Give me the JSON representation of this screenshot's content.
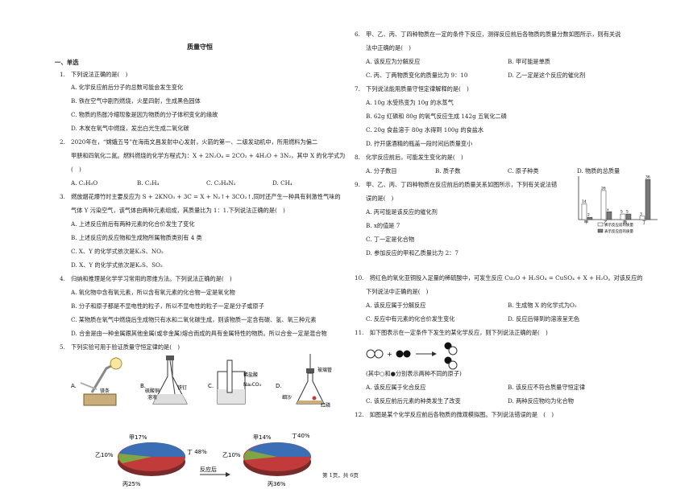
{
  "title": "质量守恒",
  "section": "一、单选",
  "left": {
    "q1": {
      "stem": "1.　下列说法正确的是(　)",
      "opts": [
        "A. 化学反应前后分子的总数可能会发生变化",
        "B. 铁在空气中剧烈燃烧，火星四射，生成黑色固体",
        "C. 物质的热胀冷缩现象是因为物质的分子体积变化的缘故",
        "D. 木炭在氧气中燃烧，发出白光生成二氧化碳"
      ]
    },
    "q2": {
      "lines": [
        "2.　2020年在，“嫦娥五号”在海南文昌发射中心发射，火箭的第一、二级发动机中，所用燃料为偏二",
        "甲肼和四氧化二氮。燃料燃烧的化学方程式为：X + 2N₂O₄ = 2CO₂ + 4H₂O + 3N₂，其中 X 的化学式为",
        "(　)"
      ],
      "opts": [
        "A. C₂H₈O",
        "B. C₂H₄",
        "C. C₂H₈N₂",
        "D. CH₄"
      ]
    },
    "q3": {
      "lines": [
        "3.　燃放烟花爆竹时主要反应为 S + 2KNO₃ + 3C = X + N₂↑+ 3CO₂↑,同时还产生一种具有刺激性气味的",
        "气体 Y 污染空气，该气体由两种元素组成，其质量比为 1：1.下列说法正确的是(　)"
      ],
      "opts": [
        "A. 上述反应前后有两种元素的化合价发生了变化",
        "B. 上述反应的反应物和生成物所属物质类别有 4 类",
        "C. X、Y 的化学式依次是K₂S、NO₂",
        "D. X、Y 的化学式依次是K₂S、SO₂"
      ]
    },
    "q4": {
      "stem": "4.　归纳和推理是化学学习常用的思维方法。下列说法正确的是(　)",
      "opts": [
        "A. 氧化物中含有氧元素，所以含有氧元素的化合物一定是氧化物",
        "B. 分子和原子都是不显电性的粒子，所以不显电性的粒子一定是分子或原子",
        "C. 某物质在氧气中燃烧后生成物只有水和二氧化碳生成，则该物质一定含有碳、氢、氧三种元素",
        "D. 合金是由一种金属跟其他金属(或非金属)熔合而成的具有金属特性的物质。所以合金一定是混合物"
      ]
    },
    "q5": {
      "stem": "5.　下列实验可用于验证质量守恒定律的是(　)",
      "labels": [
        "A.",
        "B.",
        "C.",
        "D."
      ],
      "annot": {
        "a": "镁条",
        "b1": "硫酸铜",
        "b2": "溶液",
        "b3": "铁钉",
        "c1": "稀盐酸",
        "c2": "Na₂CO₃",
        "d1": "玻璃管",
        "d2": "细沙",
        "d3": "红磷"
      }
    },
    "pie": {
      "before": [
        {
          "label": "甲17%",
          "value": 17,
          "color": "#3a6fb5"
        },
        {
          "label": "乙10%",
          "value": 10,
          "color": "#7ea645"
        },
        {
          "label": "丙25%",
          "value": 25,
          "color": "#c23b3b"
        },
        {
          "label": "丁 48%",
          "value": 48,
          "color": "#3a6fb5"
        }
      ],
      "after": [
        {
          "label": "甲14%",
          "value": 14
        },
        {
          "label": "乙10%",
          "value": 10
        },
        {
          "label": "丙36%",
          "value": 36
        },
        {
          "label": "丁40%",
          "value": 40
        }
      ],
      "arrow": "反应后"
    }
  },
  "right": {
    "q6": {
      "lines": [
        "6.　甲、乙、丙、丁四种物质在一定的条件下反应，测得反应前后各物质的质量分数如图所示，则有关说",
        "法中正确的是(　)"
      ],
      "opts": [
        "A. 该反应为分解反应",
        "B. 甲可能是单质",
        "C. 丙、丁两物质变化的质量比为 9：10",
        "D. 乙一定是这个反应的催化剂"
      ]
    },
    "q7": {
      "stem": "7.　下列说法能用质量守恒定律解释的是(　)",
      "opts": [
        "A. 10g 水受热变为 10g 的水蒸气",
        "B. 62g 红磷和 80g 的氧气反应生成 142g 五氧化二磷",
        "C. 20g 食盐溶于 80g 水得到 100g 的食盐水",
        "D. 拧开盛酒精的瓶盖一段时间后质量变小"
      ]
    },
    "q8": {
      "stem": "8.　化学反应前后，可能发生变化的是(　)",
      "opts": [
        "A. 分子数目",
        "B. 质子数",
        "C. 原子种类",
        "D. 物质的总质量"
      ]
    },
    "q9": {
      "lines": [
        "9.　甲、乙、丙、丁四种物质在反应前后的质量关系如图所示，下列有关说法错",
        "误的是(　)"
      ],
      "opts": [
        "A. 丙可能是该反应的催化剂",
        "B. x的值是 7",
        "C. 丁一定是化合物",
        "D. 参加反应的甲和乙质量比为 2：7"
      ]
    },
    "bar": {
      "categories": [
        "甲",
        "乙",
        "丙",
        "丁"
      ],
      "before": [
        14,
        26,
        5,
        3
      ],
      "after": [
        2,
        "x",
        5,
        36
      ],
      "legend": [
        "表示反应前的质量",
        "表示反应后的质量"
      ]
    },
    "q10": {
      "lines": [
        "10.　将红色的氧化亚铜投入足量的稀硫酸中，可发生反应 Cu₂O + H₂SO₄ = CuSO₄ + X + H₂O。对该反应的",
        "下列说法中正确的是(　)"
      ],
      "opts": [
        "A. 该反应属于分解反应",
        "B. 生成物 X 的化学式为O₂",
        "C. 反应中有元素的化合价发生变化",
        "D. 反应后得到的溶液呈无色"
      ]
    },
    "q11": {
      "stem": "11.　如下图表示在一定条件下发生的某化学反应，则下列说法正确的是(　)",
      "note": "(其中○和●分别表示两种不同的原子)",
      "opts": [
        "A. 该反应属于化合反应",
        "B. 该反应不符合质量守恒定律",
        "C. 该反应前后元素的种类发生了改变",
        "D. 两种反应物均为化合物"
      ]
    },
    "q12": {
      "stem": "12.　如图是某个化学反应前后各物质的微观模拟图。下列说法错误的是　(　)"
    }
  },
  "footer": "第 1页，共 6页"
}
